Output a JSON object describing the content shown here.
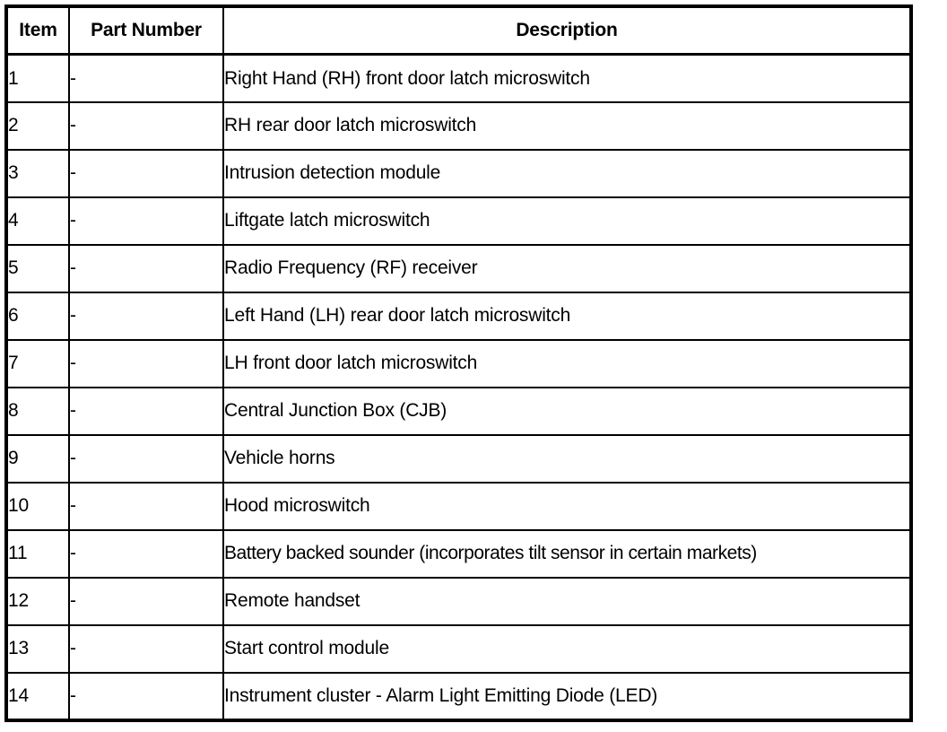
{
  "table": {
    "columns": [
      {
        "key": "item",
        "label": "Item"
      },
      {
        "key": "part_number",
        "label": "Part Number"
      },
      {
        "key": "description",
        "label": "Description"
      }
    ],
    "rows": [
      {
        "item": "1",
        "part_number": "-",
        "description": "Right Hand (RH) front door latch microswitch"
      },
      {
        "item": "2",
        "part_number": "-",
        "description": "RH rear door latch microswitch"
      },
      {
        "item": "3",
        "part_number": "-",
        "description": "Intrusion detection module"
      },
      {
        "item": "4",
        "part_number": "-",
        "description": "Liftgate latch microswitch"
      },
      {
        "item": "5",
        "part_number": "-",
        "description": "Radio Frequency (RF) receiver"
      },
      {
        "item": "6",
        "part_number": "-",
        "description": "Left Hand (LH) rear door latch microswitch"
      },
      {
        "item": "7",
        "part_number": "-",
        "description": "LH front door latch microswitch"
      },
      {
        "item": "8",
        "part_number": "-",
        "description": "Central Junction Box (CJB)"
      },
      {
        "item": "9",
        "part_number": "-",
        "description": "Vehicle horns"
      },
      {
        "item": "10",
        "part_number": "-",
        "description": "Hood microswitch"
      },
      {
        "item": "11",
        "part_number": "-",
        "description": "Battery backed sounder (incorporates tilt sensor in certain markets)"
      },
      {
        "item": "12",
        "part_number": "-",
        "description": "Remote handset"
      },
      {
        "item": "13",
        "part_number": "-",
        "description": "Start control module"
      },
      {
        "item": "14",
        "part_number": "-",
        "description": "Instrument cluster - Alarm Light Emitting Diode (LED)"
      }
    ]
  },
  "colors": {
    "border": "#000000",
    "text": "#000000",
    "background": "#ffffff"
  }
}
